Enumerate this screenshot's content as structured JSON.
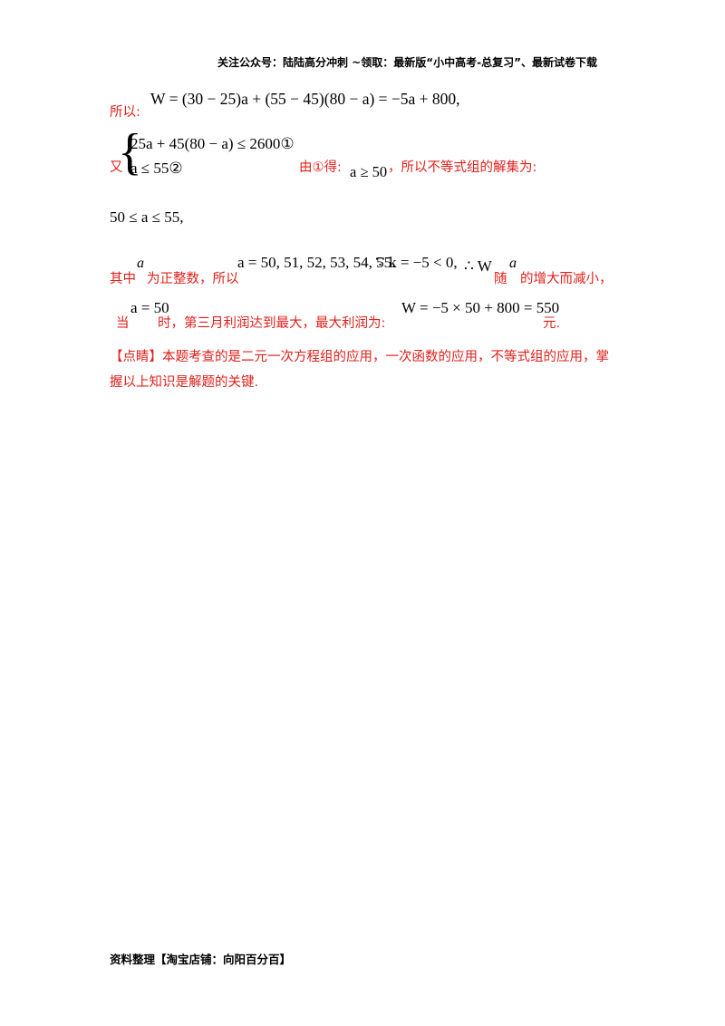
{
  "header": {
    "text": "关注公众号：陆陆高分冲刺  ~领取：最新版“小中高考-总复习”、最新试卷下载"
  },
  "line1": {
    "label": "所以:",
    "formula": "W = (30 − 25)a + (55 − 45)(80 − a) = −5a + 800,"
  },
  "system": {
    "label": "又",
    "eq1": "25a + 45(80 − a) ≤ 2600①",
    "eq2": "a ≤ 55②",
    "from_text": "由①得:",
    "result": "a ≥ 50",
    "tail": "，所以不等式组的解集为:"
  },
  "solution_set": "50 ≤ a ≤ 55,",
  "line4": {
    "prefix": "其中",
    "var_a": "a",
    "mid": "为正整数，所以",
    "values": "a = 50, 51, 52, 53, 54, 55.",
    "because": "∵ k = −5 < 0,",
    "therefore_w": "∴ W",
    "sui": "随",
    "var_a2": "a",
    "tail": "的增大而减小，"
  },
  "line5": {
    "prefix": "当",
    "cond": "a = 50",
    "mid": "时，第三月利润达到最大，最大利润为:",
    "value": "W = −5 × 50 + 800 = 550",
    "unit": "元."
  },
  "comment": {
    "text": "【点睛】本题考查的是二元一次方程组的应用，一次函数的应用，不等式组的应用，掌握以上知识是解题的关键."
  },
  "footer": {
    "text": "资料整理【淘宝店铺：向阳百分百】"
  }
}
